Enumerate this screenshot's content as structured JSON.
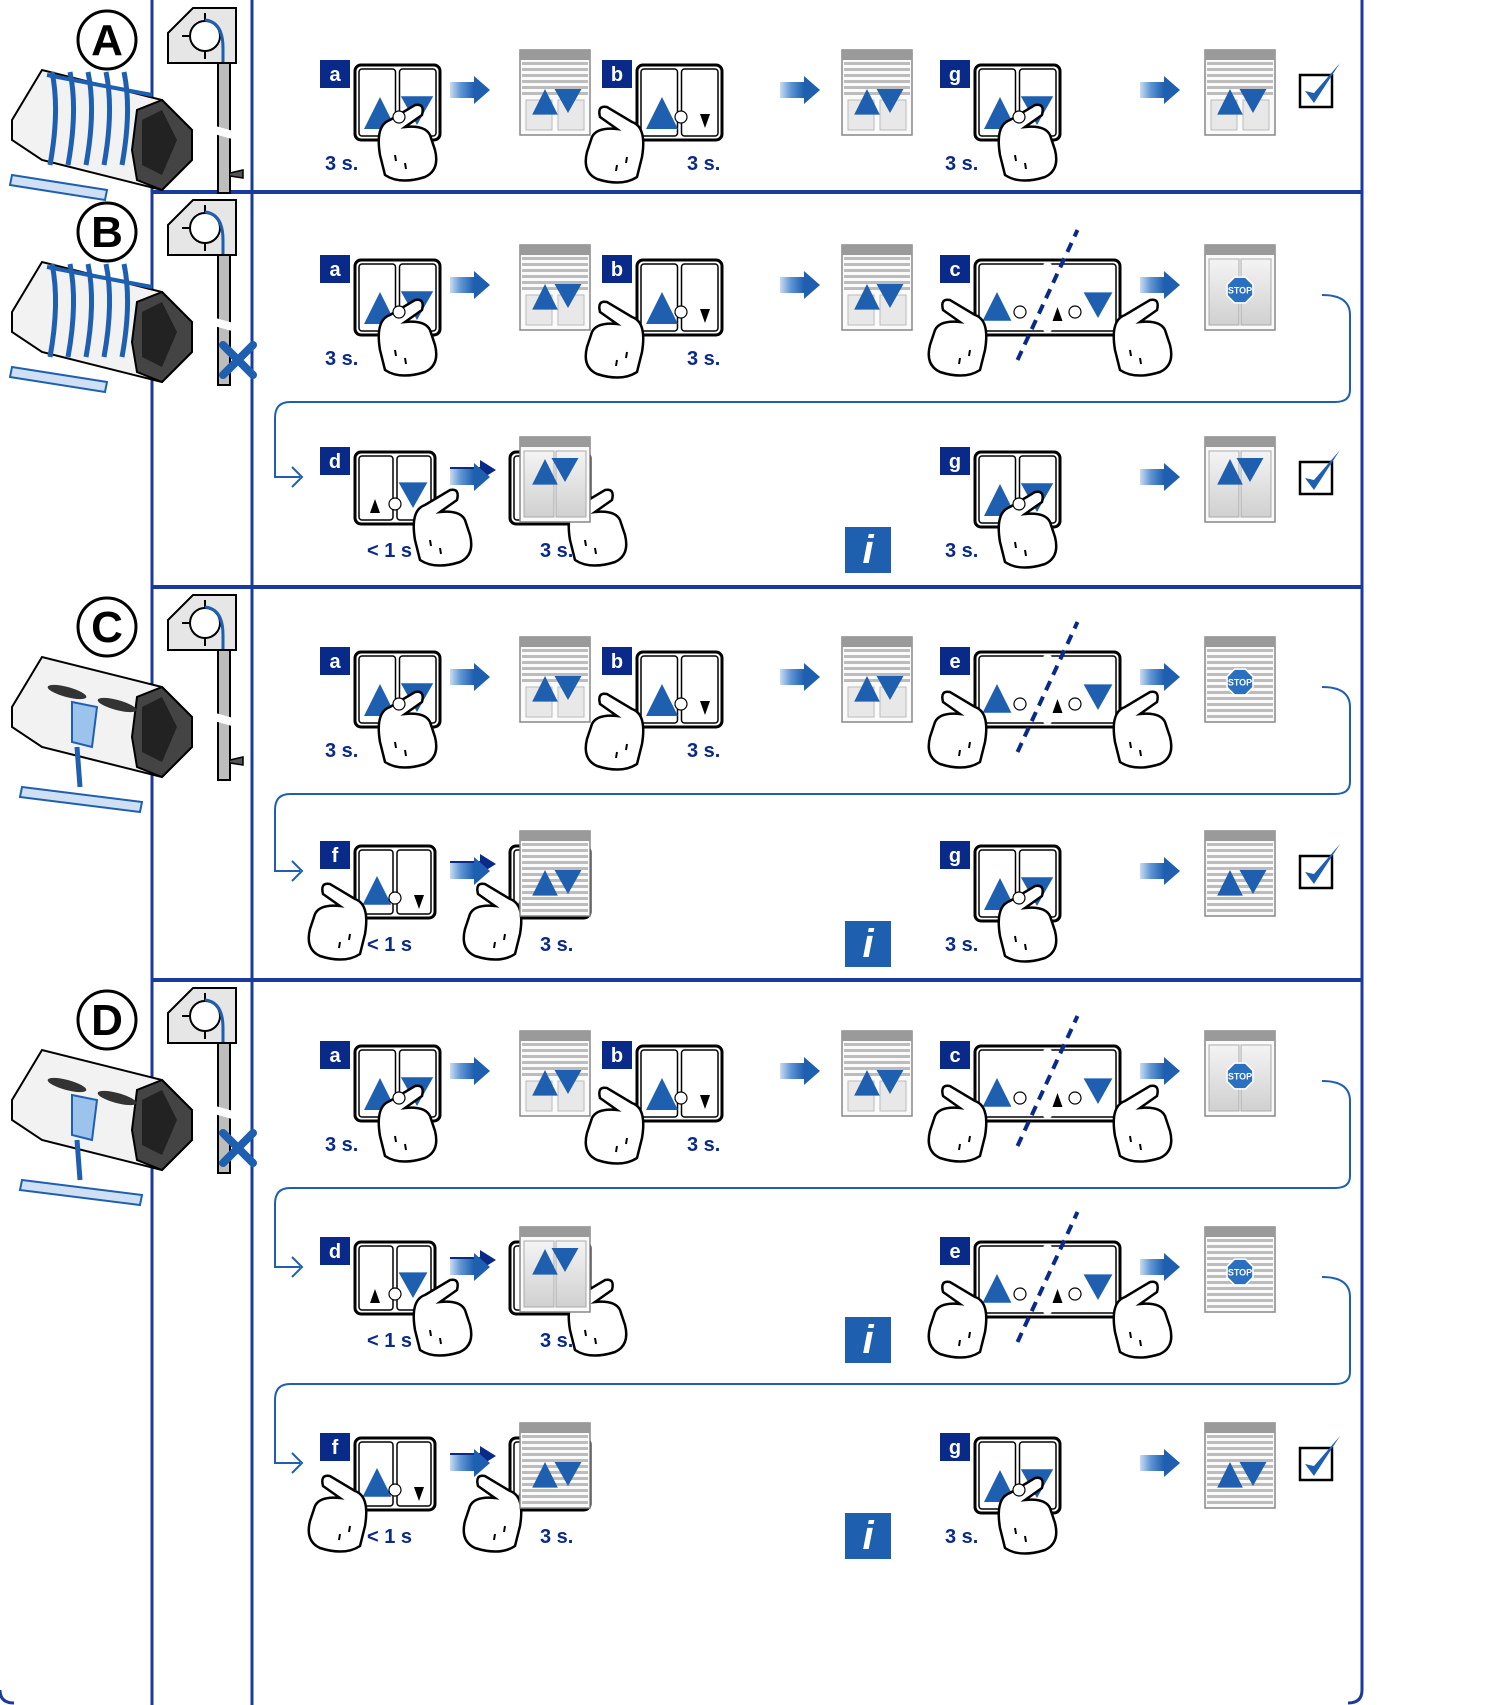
{
  "colors": {
    "frame_blue": "#1a3a9c",
    "arrow_blue": "#1f5fb0",
    "badge_navy": "#0a2a8a",
    "info_blue": "#1f5fb0",
    "stop_blue": "#2a6fc0",
    "shutter_grey": "#c9c9c9"
  },
  "sections": [
    {
      "id": "A",
      "letter": "A",
      "clip_type": "clip-lock",
      "end_stop": "yes",
      "rows": [
        {
          "steps": [
            {
              "badge": "a",
              "switch": "both-pressed",
              "time": "3 s.",
              "result": "shutter-blinds"
            },
            {
              "badge": "b",
              "switch": "up-pressed",
              "time": "3 s.",
              "result": "shutter-blinds"
            },
            {
              "badge": "g",
              "switch": "both-pressed",
              "time": "3 s.",
              "result": "shutter-blinds",
              "check": true
            }
          ]
        }
      ]
    },
    {
      "id": "B",
      "letter": "B",
      "clip_type": "clip-lock",
      "end_stop": "no",
      "rows": [
        {
          "steps": [
            {
              "badge": "a",
              "switch": "both-pressed",
              "time": "3 s.",
              "result": "shutter-blinds"
            },
            {
              "badge": "b",
              "switch": "up-pressed",
              "time": "3 s.",
              "result": "shutter-blinds"
            },
            {
              "badge": "c",
              "switch": "double",
              "time": "",
              "result": "stop",
              "stop_label": "STOP"
            }
          ]
        },
        {
          "steps": [
            {
              "badge": "d",
              "switch": "down-seq",
              "time_short": "< 1 s",
              "time": "3 s.",
              "result": "window-open",
              "info": true
            },
            {
              "badge": "g",
              "switch": "both-pressed",
              "time": "3 s.",
              "result": "window-open",
              "check": true
            }
          ]
        }
      ]
    },
    {
      "id": "C",
      "letter": "C",
      "clip_type": "ring",
      "end_stop": "yes",
      "rows": [
        {
          "steps": [
            {
              "badge": "a",
              "switch": "both-pressed",
              "time": "3 s.",
              "result": "shutter-blinds"
            },
            {
              "badge": "b",
              "switch": "up-pressed",
              "time": "3 s.",
              "result": "shutter-blinds"
            },
            {
              "badge": "e",
              "switch": "double",
              "time": "",
              "result": "stop-closed",
              "stop_label": "STOP"
            }
          ]
        },
        {
          "steps": [
            {
              "badge": "f",
              "switch": "up-seq",
              "time_short": "< 1 s",
              "time": "3 s.",
              "result": "shutter-closed",
              "info": true
            },
            {
              "badge": "g",
              "switch": "both-pressed",
              "time": "3 s.",
              "result": "shutter-closed",
              "check": true
            }
          ]
        }
      ]
    },
    {
      "id": "D",
      "letter": "D",
      "clip_type": "ring",
      "end_stop": "no",
      "rows": [
        {
          "steps": [
            {
              "badge": "a",
              "switch": "both-pressed",
              "time": "3 s.",
              "result": "shutter-blinds"
            },
            {
              "badge": "b",
              "switch": "up-pressed",
              "time": "3 s.",
              "result": "shutter-blinds"
            },
            {
              "badge": "c",
              "switch": "double",
              "time": "",
              "result": "stop",
              "stop_label": "STOP"
            }
          ]
        },
        {
          "steps": [
            {
              "badge": "d",
              "switch": "down-seq",
              "time_short": "< 1 s",
              "time": "3 s.",
              "result": "window-open",
              "info": true
            },
            {
              "badge": "e",
              "switch": "double",
              "time": "",
              "result": "stop-closed",
              "stop_label": "STOP"
            }
          ]
        },
        {
          "steps": [
            {
              "badge": "f",
              "switch": "up-seq",
              "time_short": "< 1 s",
              "time": "3 s.",
              "result": "shutter-closed",
              "info": true
            },
            {
              "badge": "g",
              "switch": "both-pressed",
              "time": "3 s.",
              "result": "shutter-closed",
              "check": true
            }
          ]
        }
      ]
    }
  ]
}
